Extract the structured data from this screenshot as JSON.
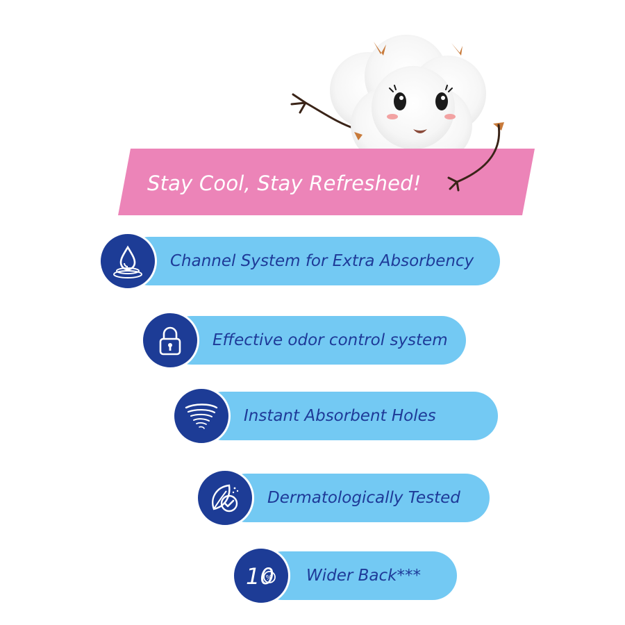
{
  "banner": {
    "text": "Stay Cool, Stay Refreshed!",
    "color": "#ec84b8"
  },
  "features": [
    {
      "label": "Channel System for Extra Absorbency",
      "icon": "water-drop-icon"
    },
    {
      "label": "Effective odor control system",
      "icon": "padlock-icon"
    },
    {
      "label": "Instant Absorbent Holes",
      "icon": "swirl-icon"
    },
    {
      "label": "Dermatologically Tested",
      "icon": "leaf-check-icon"
    },
    {
      "label": "Wider Back***",
      "icon": "ten-percent-icon",
      "badge_text": "10",
      "badge_sub": "%"
    }
  ],
  "colors": {
    "pill": "#73c9f3",
    "badge": "#1d3c96",
    "label_text": "#1e3a98",
    "banner_text": "#ffffff"
  }
}
